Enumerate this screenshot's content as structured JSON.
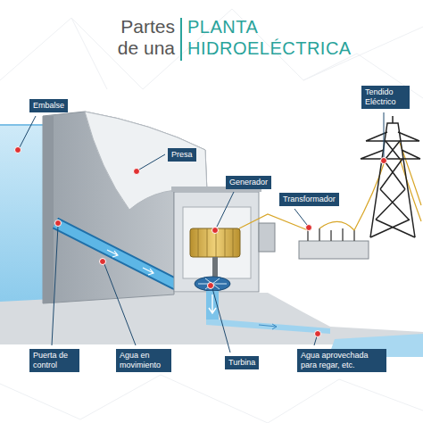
{
  "diagram": {
    "title": "PLANTA HIDROELÉCTRICA",
    "nodes": [
      {
        "text": [
          "Embalse"
        ]
      },
      {
        "text": [
          "Presa"
        ]
      },
      {
        "text": [
          "Generador"
        ]
      },
      {
        "text": [
          "Transformador"
        ]
      },
      {
        "text": [
          "Tendido Eléctrico"
        ]
      },
      {
        "text": [
          "Puerta de control"
        ]
      },
      {
        "text": [
          "Agua en movimiento"
        ]
      },
      {
        "text": [
          "Turbina"
        ]
      },
      {
        "text": [
          "Agua aprovechada para regar, etc."
        ]
      }
    ],
    "labels": [
      "Partes de una"
    ]
  }
}
